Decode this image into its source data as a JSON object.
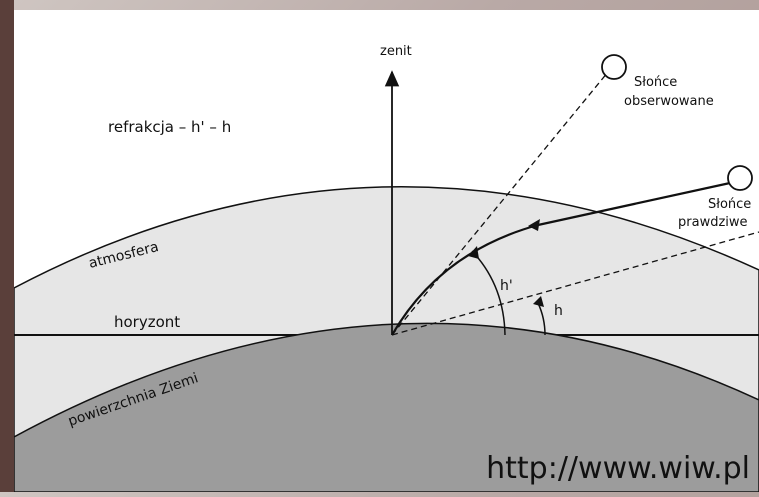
{
  "diagram": {
    "labels": {
      "zenith": "zenit",
      "refraction": "refrakcja – h' – h",
      "sun_observed_line1": "Słońce",
      "sun_observed_line2": "obserwowane",
      "sun_true_line1": "Słońce",
      "sun_true_line2": "prawdziwe",
      "atmosphere": "atmosfera",
      "horizon": "horyzont",
      "earth_surface": "powierzchnia Ziemi",
      "angle_apparent": "h'",
      "angle_true": "h"
    },
    "colors": {
      "background": "#ffffff",
      "atmosphere_fill": "#e6e6e6",
      "earth_fill": "#9c9c9c",
      "ink": "#111111",
      "frame_left": "#5a3f3a"
    }
  },
  "watermark": {
    "url": "http://www.wiw.pl"
  }
}
